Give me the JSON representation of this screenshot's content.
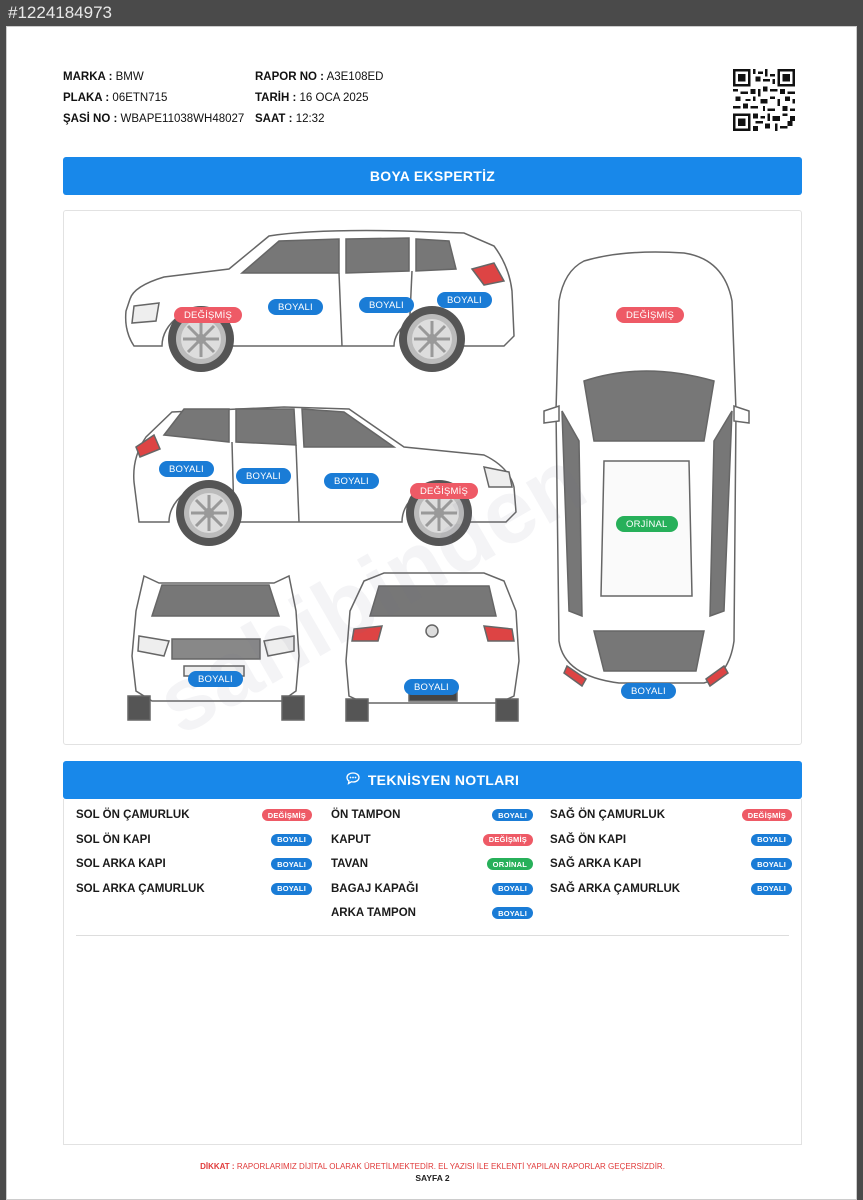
{
  "frame_id": "#1224184973",
  "header": {
    "marka_label": "MARKA :",
    "marka": "BMW",
    "plaka_label": "PLAKA :",
    "plaka": "06ETN715",
    "sasi_label": "ŞASİ NO :",
    "sasi": "WBAPE11038WH48027",
    "rapor_label": "RAPOR NO :",
    "rapor": "A3E108ED",
    "tarih_label": "TARİH :",
    "tarih": "16 OCA 2025",
    "saat_label": "SAAT :",
    "saat": "12:32"
  },
  "section1_title": "BOYA EKSPERTİZ",
  "section2_title": "TEKNİSYEN NOTLARI",
  "diagram_labels": {
    "side_left_front": "DEĞİŞMİŞ",
    "side_left_front_door": "BOYALI",
    "side_left_rear_door": "BOYALI",
    "side_left_rear": "BOYALI",
    "side_right_rear": "BOYALI",
    "side_right_rear_door": "BOYALI",
    "side_right_front_door": "BOYALI",
    "side_right_front": "DEĞİŞMİŞ",
    "front_bumper": "BOYALI",
    "rear_bumper": "BOYALI",
    "top_hood": "DEĞİŞMİŞ",
    "top_roof": "ORJİNAL",
    "top_trunk": "BOYALI"
  },
  "notes": {
    "col1": [
      {
        "part": "SOL ÖN ÇAMURLUK",
        "status": "DEĞİŞMİŞ",
        "color": "#ee5a66"
      },
      {
        "part": "SOL ÖN KAPI",
        "status": "BOYALI",
        "color": "#1a7cd6"
      },
      {
        "part": "SOL ARKA KAPI",
        "status": "BOYALI",
        "color": "#1a7cd6"
      },
      {
        "part": "SOL ARKA ÇAMURLUK",
        "status": "BOYALI",
        "color": "#1a7cd6"
      }
    ],
    "col2": [
      {
        "part": "ÖN TAMPON",
        "status": "BOYALI",
        "color": "#1a7cd6"
      },
      {
        "part": "KAPUT",
        "status": "DEĞİŞMİŞ",
        "color": "#ee5a66"
      },
      {
        "part": "TAVAN",
        "status": "ORJİNAL",
        "color": "#27b05a"
      },
      {
        "part": "BAGAJ KAPAĞI",
        "status": "BOYALI",
        "color": "#1a7cd6"
      },
      {
        "part": "ARKA TAMPON",
        "status": "BOYALI",
        "color": "#1a7cd6"
      }
    ],
    "col3": [
      {
        "part": "SAĞ ÖN ÇAMURLUK",
        "status": "DEĞİŞMİŞ",
        "color": "#ee5a66"
      },
      {
        "part": "SAĞ ÖN KAPI",
        "status": "BOYALI",
        "color": "#1a7cd6"
      },
      {
        "part": "SAĞ ARKA KAPI",
        "status": "BOYALI",
        "color": "#1a7cd6"
      },
      {
        "part": "SAĞ ARKA ÇAMURLUK",
        "status": "BOYALI",
        "color": "#1a7cd6"
      }
    ]
  },
  "footer": {
    "warning_label": "DİKKAT :",
    "warning_text": "RAPORLARIMIZ DİJİTAL OLARAK ÜRETİLMEKTEDİR. EL YAZISI İLE EKLENTİ YAPILAN RAPORLAR GEÇERSİZDİR.",
    "page": "SAYFA 2"
  },
  "colors": {
    "accent": "#1888ea",
    "boyali": "#1a7cd6",
    "degismis": "#ee5a66",
    "orjinal": "#27b05a"
  }
}
